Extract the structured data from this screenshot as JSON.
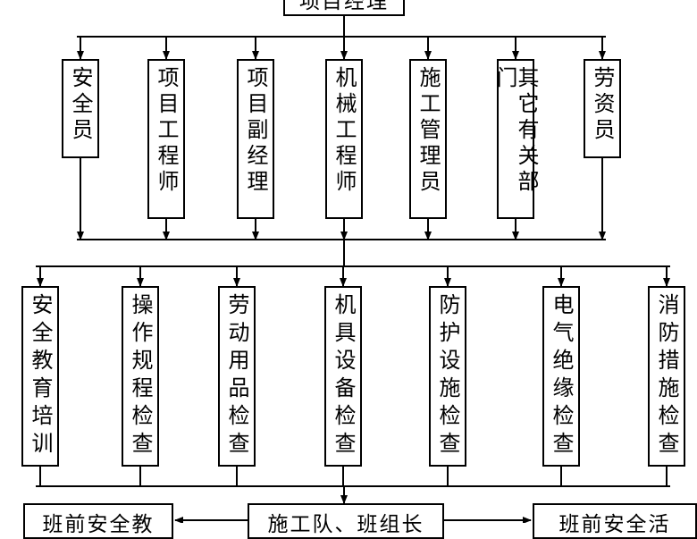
{
  "top": "项目经理",
  "level1": [
    "安全员",
    "项目工程师",
    "项目副经理",
    "机械工程师",
    "施工管理员",
    "其它有关部门",
    "劳资员"
  ],
  "level2": [
    "安全教育培训",
    "操作规程检查",
    "劳动用品检查",
    "机具设备检查",
    "防护设施检查",
    "电气绝缘检查",
    "消防措施检查"
  ],
  "bottom": {
    "left": "班前安全教",
    "center": "施工队、班组长",
    "right": "班前安全活"
  }
}
